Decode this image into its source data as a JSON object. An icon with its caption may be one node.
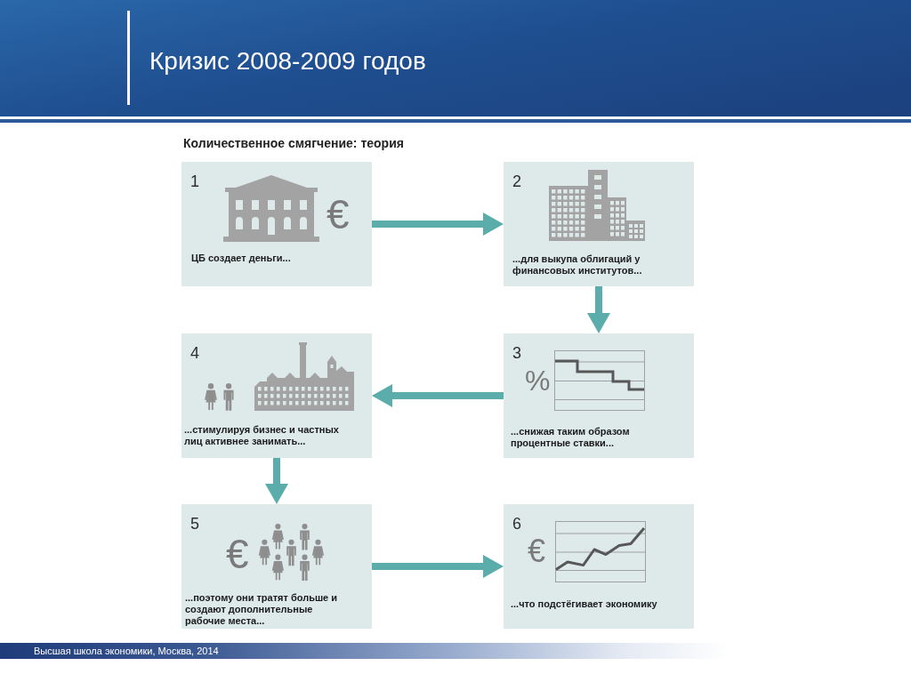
{
  "diagram": {
    "title": "Кризис 2008-2009 годов",
    "nodes": [
      {
        "text": [
          "1",
          "€",
          "ЦБ создает деньги..."
        ]
      },
      {
        "text": [
          "2",
          "...для выкупа облигаций у финансовых институтов..."
        ]
      },
      {
        "text": [
          "3",
          "%",
          "...снижая таким образом процентные ставки..."
        ]
      },
      {
        "text": [
          "4",
          "...стимулируя бизнес и частных лиц активнее занимать..."
        ]
      },
      {
        "text": [
          "5",
          "€",
          "...поэтому они тратят больше и создают дополнительные рабочие места..."
        ]
      },
      {
        "text": [
          "6",
          "€",
          "...что подстёгивает экономику"
        ]
      }
    ],
    "edges": [
      {
        "from": 0,
        "to": 1,
        "arrow": "to"
      },
      {
        "from": 1,
        "to": 2,
        "arrow": "to"
      },
      {
        "from": 2,
        "to": 3,
        "arrow": "to"
      },
      {
        "from": 3,
        "to": 4,
        "arrow": "to"
      },
      {
        "from": 4,
        "to": 5,
        "arrow": "to"
      }
    ],
    "labels": [
      "Количественное смягчение: теория",
      "Высшая школа экономики, Москва, 2014"
    ]
  }
}
